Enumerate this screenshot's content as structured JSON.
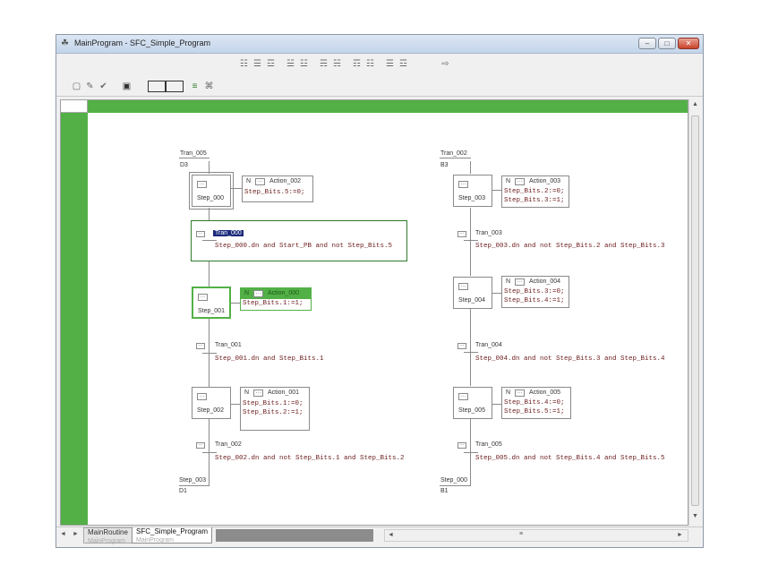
{
  "window": {
    "title": "MainProgram - SFC_Simple_Program",
    "buttons": [
      "–",
      "□",
      "✕"
    ]
  },
  "tabs": [
    {
      "label": "MainRoutine",
      "sub": "MainProgram"
    },
    {
      "label": "SFC_Simple_Program",
      "sub": "MainProgram"
    }
  ],
  "left_chain": {
    "start_wire": {
      "name": "Tran_005",
      "ref": "D3"
    },
    "steps": [
      {
        "name": "Step_000",
        "action": {
          "q": "N",
          "name": "Action_002",
          "lines": [
            "Step_Bits.5:=0;"
          ]
        }
      },
      {
        "name": "Step_001",
        "action": {
          "q": "N",
          "name": "Action_000",
          "lines": [
            "Step_Bits.1:=1;"
          ]
        }
      },
      {
        "name": "Step_002",
        "action": {
          "q": "N",
          "name": "Action_001",
          "lines": [
            "Step_Bits.1:=0;",
            "Step_Bits.2:=1;"
          ]
        }
      }
    ],
    "transitions": [
      {
        "name": "Tran_000",
        "expr": "Step_000.dn and Start_PB and not Step_Bits.5"
      },
      {
        "name": "Tran_001",
        "expr": "Step_001.dn and Step_Bits.1"
      },
      {
        "name": "Tran_002",
        "expr": "Step_002.dn and not Step_Bits.1 and Step_Bits.2"
      }
    ],
    "end_wire": {
      "name": "Step_003",
      "ref": "D1"
    }
  },
  "right_chain": {
    "start_wire": {
      "name": "Tran_002",
      "ref": "B3"
    },
    "steps": [
      {
        "name": "Step_003",
        "action": {
          "q": "N",
          "name": "Action_003",
          "lines": [
            "Step_Bits.2:=0;",
            "Step_Bits.3:=1;"
          ]
        }
      },
      {
        "name": "Step_004",
        "action": {
          "q": "N",
          "name": "Action_004",
          "lines": [
            "Step_Bits.3:=0;",
            "Step_Bits.4:=1;"
          ]
        }
      },
      {
        "name": "Step_005",
        "action": {
          "q": "N",
          "name": "Action_005",
          "lines": [
            "Step_Bits.4:=0;",
            "Step_Bits.5:=1;"
          ]
        }
      }
    ],
    "transitions": [
      {
        "name": "Tran_003",
        "expr": "Step_003.dn and not Step_Bits.2 and Step_Bits.3"
      },
      {
        "name": "Tran_004",
        "expr": "Step_004.dn and not Step_Bits.3 and Step_Bits.4"
      },
      {
        "name": "Tran_005",
        "expr": "Step_005.dn and not Step_Bits.4 and Step_Bits.5"
      }
    ],
    "end_wire": {
      "name": "Step_000",
      "ref": "B1"
    }
  },
  "colors": {
    "accent": "#52b046",
    "selection": "#1a2a7a",
    "code": "#6b1b1b"
  }
}
